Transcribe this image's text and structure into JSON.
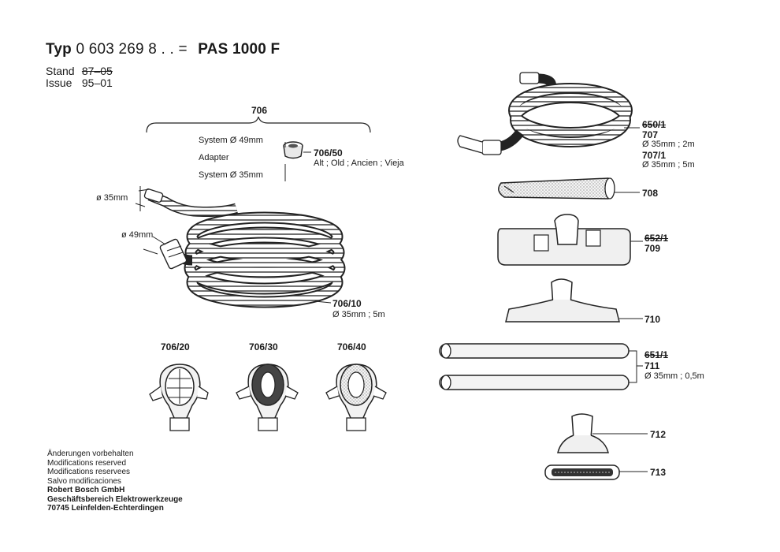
{
  "header": {
    "type_label": "Typ",
    "part_number": "0 603 269",
    "part_suffix": "8 . .",
    "equals": "=",
    "model": "PAS 1000 F",
    "stand_label": "Stand",
    "stand_value": "87–05",
    "issue_label": "Issue",
    "issue_value": "95–01"
  },
  "hose_set": {
    "group_number": "706",
    "system_large": "System  Ø 49mm",
    "adapter": "Adapter",
    "system_small": "System  Ø 35mm",
    "adapter_number": "706/50",
    "adapter_note": "Alt ; Old ; Ancien ; Vieja",
    "dim_35": "ø 35mm",
    "dim_49": "ø 49mm",
    "hose_number": "706/10",
    "hose_dims": "Ø 35mm ; 5m"
  },
  "nozzles_small": [
    {
      "number": "706/20"
    },
    {
      "number": "706/30"
    },
    {
      "number": "706/40"
    }
  ],
  "right_parts": {
    "hose_old": "650/1",
    "hose_707": "707",
    "hose_707_dims": "Ø 35mm ; 2m",
    "hose_7071": "707/1",
    "hose_7071_dims": "Ø 35mm ; 5m",
    "crevice": "708",
    "floor_old": "652/1",
    "floor": "709",
    "carpet": "710",
    "tube_old": "651/1",
    "tube": "711",
    "tube_dims": "Ø 35mm ; 0,5m",
    "upholstery": "712",
    "brush": "713"
  },
  "footer": {
    "lines": [
      "Änderungen vorbehalten",
      "Modifications reserved",
      "Modifications reservees",
      "Salvo modificaciones"
    ],
    "company": "Robert Bosch GmbH",
    "division": "Geschäftsbereich Elektrowerkzeuge",
    "address": "70745 Leinfelden-Echterdingen"
  }
}
